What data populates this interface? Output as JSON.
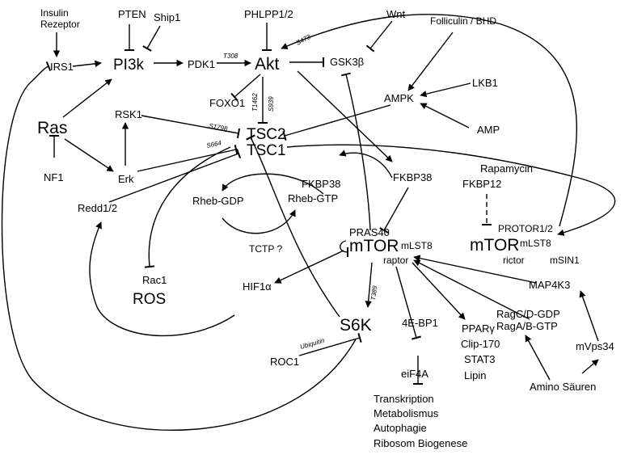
{
  "nodes": {
    "insulin": "Insulin",
    "rezeptor": "Rezeptor",
    "irs1": "IRS1",
    "pten": "PTEN",
    "ship1": "Ship1",
    "pi3k": "PI3k",
    "pdk1": "PDK1",
    "phlpp": "PHLPP1/2",
    "akt": "Akt",
    "wnt": "Wnt",
    "gsk3b": "GSK3β",
    "folliculin": "Folliculin / BHD",
    "foxo1": "FOXO1",
    "ampk": "AMPK",
    "lkb1": "LKB1",
    "amp": "AMP",
    "ras": "Ras",
    "rsk1": "RSK1",
    "nf1": "NF1",
    "erk": "Erk",
    "tsc2": "TSC2",
    "tsc1": "TSC1",
    "fkbp38_a": "FKBP38",
    "rheb_gdp": "Rheb-GDP",
    "rheb_gtp": "Rheb-GTP",
    "fkbp38_b": "FKBP38",
    "rapamycin": "Rapamycin",
    "fkbp12": "FKBP12",
    "redd1": "Redd1/2",
    "tctp": "TCTP ?",
    "pras40": "PRAS40",
    "mtor1": "mTOR",
    "mlst8_1": "mLST8",
    "raptor": "raptor",
    "protor": "PROTOR1/2",
    "mtor2": "mTOR",
    "mlst8_2": "mLST8",
    "rictor": "rictor",
    "msin1": "mSIN1",
    "rac1": "Rac1",
    "ros": "ROS",
    "hif1a": "HIF1α",
    "map4k3": "MAP4K3",
    "s6k": "S6K",
    "ebp1": "4E-BP1",
    "pparg": "PPARγ",
    "clip170": "Clip-170",
    "stat3": "STAT3",
    "lipin": "Lipin",
    "ragcd": "RagC/D-GDP",
    "ragab": "RagA/B-GTP",
    "mvps34": "mVps34",
    "roc1": "ROC1",
    "eif4a": "eiF4A",
    "amino": "Amino Säuren"
  },
  "sites": {
    "t308": "T308",
    "s473": "S473",
    "t1462": "T1462",
    "s939": "S939",
    "s1798": "S1798",
    "s664": "S664",
    "t389": "T389",
    "ubiquitin": "Ubiquitin"
  },
  "outputs": [
    "Transkription",
    "Metabolismus",
    "Autophagie",
    "Ribosom Biogenese"
  ]
}
